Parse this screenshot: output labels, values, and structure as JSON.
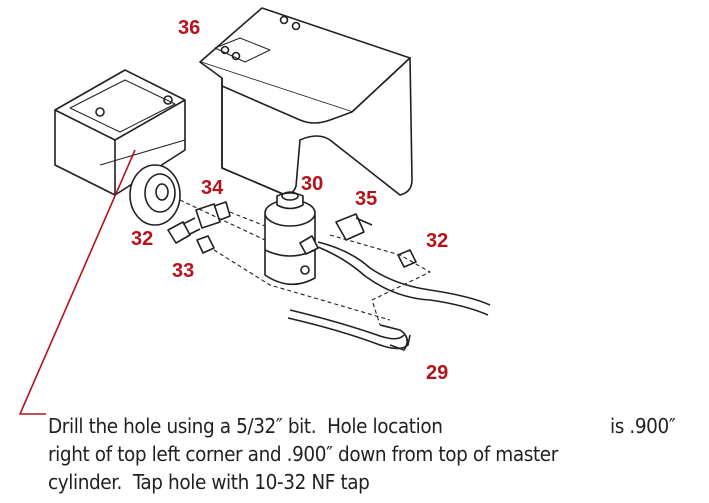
{
  "callouts": {
    "c36": "36",
    "c34": "34",
    "c30": "30",
    "c35": "35",
    "c32a": "32",
    "c33": "33",
    "c32b": "32",
    "c29": "29"
  },
  "instructions": {
    "line1a": "Drill the hole using a 5/32″ bit.  Hole location",
    "line1b": "is .900″",
    "line2": "right of top left corner and .900″ down from top of master",
    "line3": "cylinder.  Tap hole with 10-32 NF tap"
  },
  "colors": {
    "accent": "#b5121b",
    "line": "#231f20"
  }
}
